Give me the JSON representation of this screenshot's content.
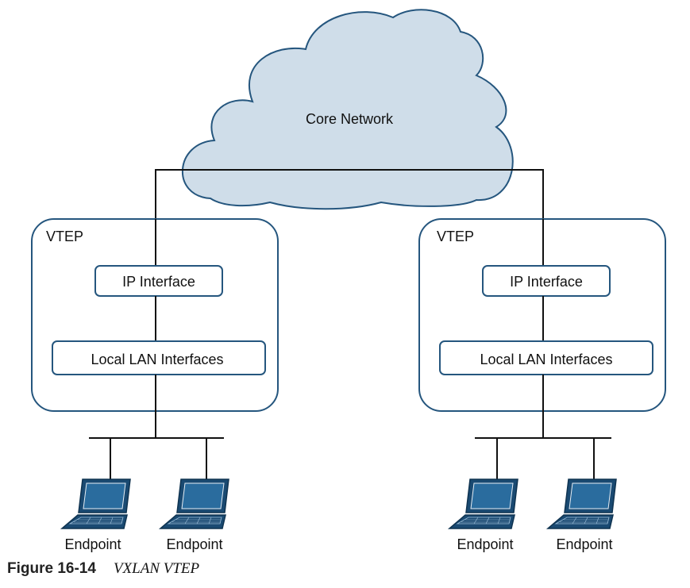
{
  "diagram": {
    "core_network": {
      "label": "Core Network"
    },
    "vteps": [
      {
        "label": "VTEP",
        "ip_interface": "IP Interface",
        "lan_interfaces": "Local LAN Interfaces",
        "endpoints": [
          "Endpoint",
          "Endpoint"
        ]
      },
      {
        "label": "VTEP",
        "ip_interface": "IP Interface",
        "lan_interfaces": "Local LAN Interfaces",
        "endpoints": [
          "Endpoint",
          "Endpoint"
        ]
      }
    ]
  },
  "caption": {
    "number": "Figure 16-14",
    "title": "VXLAN VTEP"
  },
  "colors": {
    "cloud_fill": "#cfdde9",
    "cloud_stroke": "#25567e",
    "box_stroke": "#25567e",
    "line": "#111111",
    "laptop_screen": "#1f5c8a",
    "laptop_body": "#1a4a72"
  },
  "icons": {
    "cloud": "cloud-icon",
    "endpoint": "laptop-icon"
  }
}
